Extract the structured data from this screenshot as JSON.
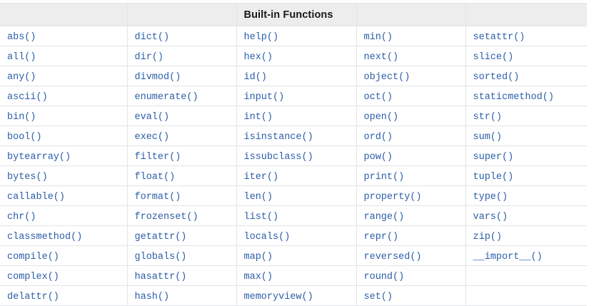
{
  "table": {
    "title": "Built-in Functions",
    "title_column_index": 2,
    "column_count": 5,
    "header_cells": [
      "",
      "",
      "Built-in Functions",
      "",
      ""
    ],
    "accent_link_color": "#2b5ea8",
    "header_background_color": "#ededed",
    "border_color": "#e1e4e5",
    "rows": [
      [
        "abs()",
        "dict()",
        "help()",
        "min()",
        "setattr()"
      ],
      [
        "all()",
        "dir()",
        "hex()",
        "next()",
        "slice()"
      ],
      [
        "any()",
        "divmod()",
        "id()",
        "object()",
        "sorted()"
      ],
      [
        "ascii()",
        "enumerate()",
        "input()",
        "oct()",
        "staticmethod()"
      ],
      [
        "bin()",
        "eval()",
        "int()",
        "open()",
        "str()"
      ],
      [
        "bool()",
        "exec()",
        "isinstance()",
        "ord()",
        "sum()"
      ],
      [
        "bytearray()",
        "filter()",
        "issubclass()",
        "pow()",
        "super()"
      ],
      [
        "bytes()",
        "float()",
        "iter()",
        "print()",
        "tuple()"
      ],
      [
        "callable()",
        "format()",
        "len()",
        "property()",
        "type()"
      ],
      [
        "chr()",
        "frozenset()",
        "list()",
        "range()",
        "vars()"
      ],
      [
        "classmethod()",
        "getattr()",
        "locals()",
        "repr()",
        "zip()"
      ],
      [
        "compile()",
        "globals()",
        "map()",
        "reversed()",
        "__import__()"
      ],
      [
        "complex()",
        "hasattr()",
        "max()",
        "round()",
        ""
      ],
      [
        "delattr()",
        "hash()",
        "memoryview()",
        "set()",
        ""
      ]
    ]
  }
}
